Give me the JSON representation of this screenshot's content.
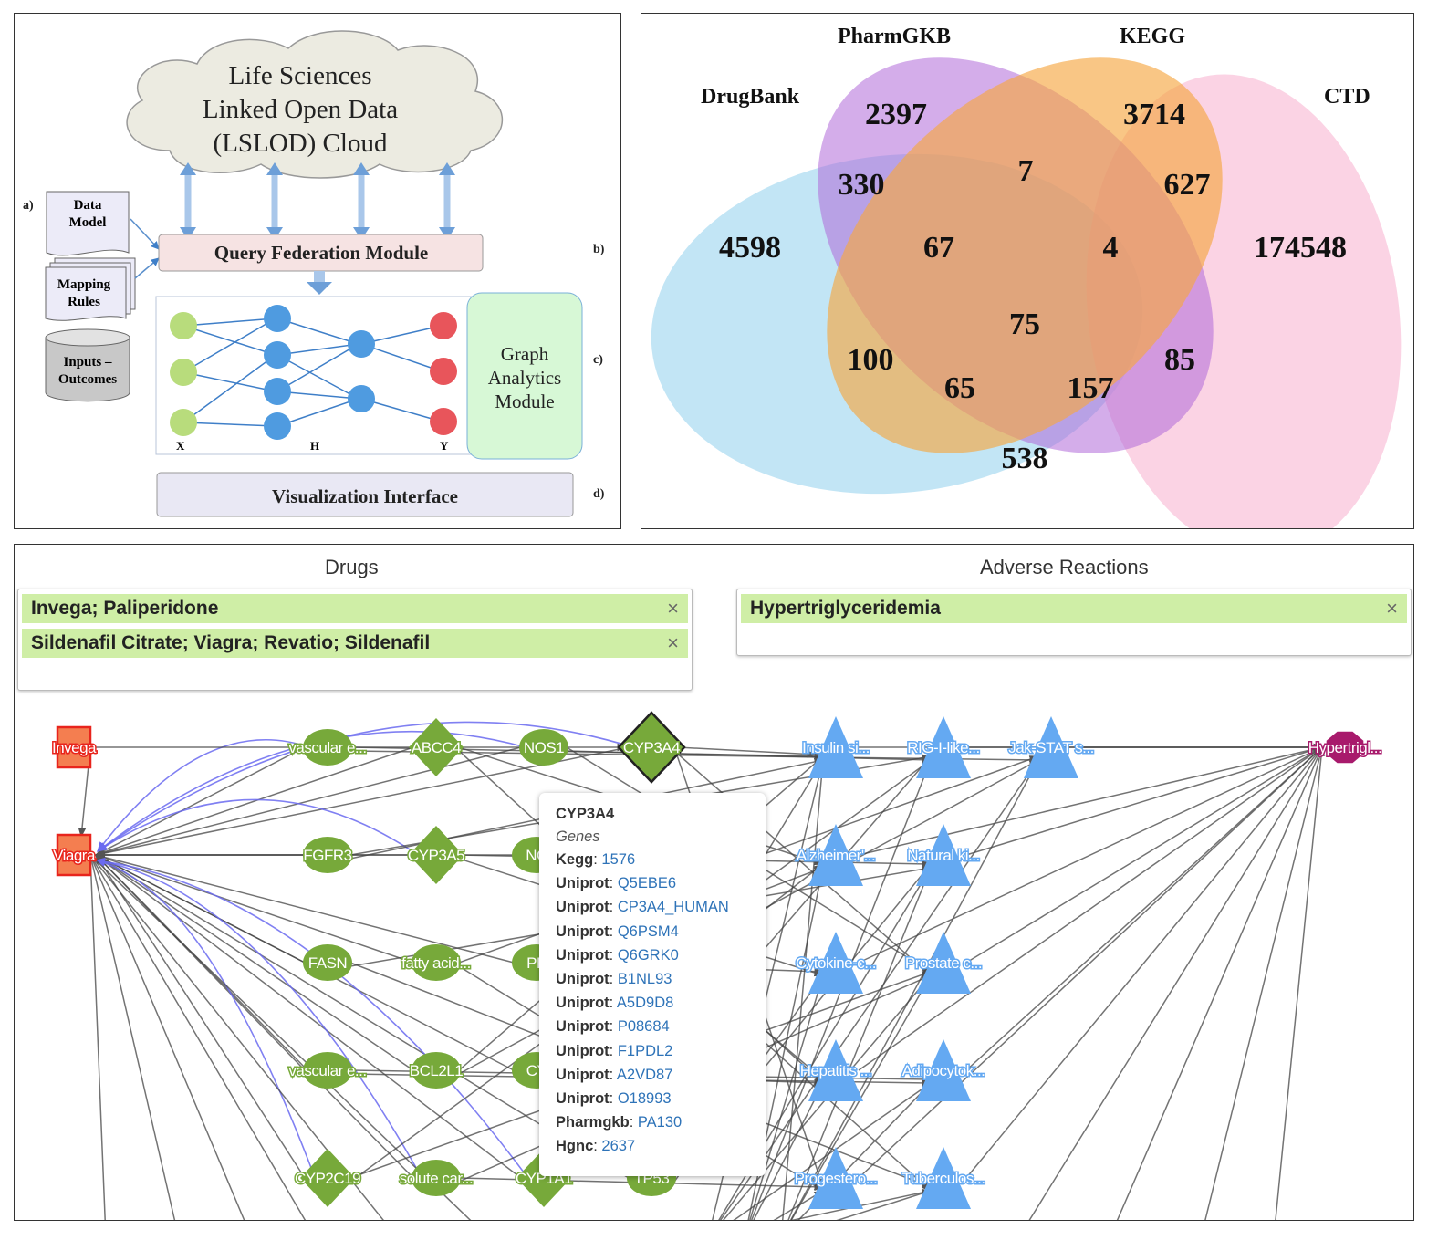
{
  "panel_a": {
    "cloud_lines": [
      "Life Sciences",
      "Linked Open Data",
      "(LSLOD) Cloud"
    ],
    "data_model": [
      "Data",
      "Model"
    ],
    "mapping_rules": [
      "Mapping",
      "Rules"
    ],
    "inputs_outcomes": [
      "Inputs –",
      "Outcomes"
    ],
    "query_federation": "Query Federation Module",
    "graph_analytics": [
      "Graph",
      "Analytics",
      "Module"
    ],
    "visualization": "Visualization Interface",
    "layer_x": "X",
    "layer_h": "H",
    "layer_y": "Y",
    "label_a": "a)",
    "label_b": "b)",
    "label_c": "c)",
    "label_d": "d)",
    "colors": {
      "input_node": "#b8dc7c",
      "hidden_node": "#4f9be0",
      "output_node": "#e8555b",
      "qfm_fill": "#f6e3e3",
      "gam_fill": "#d7f8d6",
      "vis_fill": "#e9e8f4",
      "cloud_fill": "#ecebe1",
      "arrow": "#7aa6d8"
    }
  },
  "venn": {
    "labels": {
      "drugbank": "DrugBank",
      "pharmgkb": "PharmGKB",
      "kegg": "KEGG",
      "ctd": "CTD"
    },
    "values": {
      "drugbank_only": "4598",
      "pharmgkb_only": "2397",
      "kegg_only": "3714",
      "ctd_only": "174548",
      "drugbank_pharmgkb": "330",
      "pharmgkb_kegg": "7",
      "kegg_ctd": "627",
      "drugbank_pharmgkb_kegg": "67",
      "pharmgkb_kegg_ctd": "4",
      "all_four": "75",
      "drugbank_kegg": "100",
      "drugbank_kegg_ctd": "65",
      "drugbank_pharmgkb_ctd": "157",
      "pharmgkb_ctd": "85",
      "drugbank_ctd": "538"
    },
    "colors": {
      "drugbank": "#8fd0ec",
      "pharmgkb": "#b06ad8",
      "kegg": "#f6a843",
      "ctd": "#f7aecd"
    }
  },
  "network": {
    "drugs_title": "Drugs",
    "adverse_title": "Adverse Reactions",
    "drug_tags": [
      "Invega; Paliperidone",
      "Sildenafil Citrate; Viagra; Revatio; Sildenafil"
    ],
    "reaction_tags": [
      "Hypertriglyceridemia"
    ],
    "remove_symbol": "×",
    "nodes": {
      "invega": "Invega",
      "viagra": "Viagra",
      "vascular_e1": "vascular e...",
      "abcc4": "ABCC4",
      "nos1": "NOS1",
      "cyp3a4": "CYP3A4",
      "fgfr3": "FGFR3",
      "cyp3a5": "CYP3A5",
      "no_partial": "NC",
      "fasn": "FASN",
      "fatty_acid": "fatty acid...",
      "pp_partial": "PP",
      "vascular_e2": "vascular e...",
      "bcl2l1": "BCL2L1",
      "cy_partial": "CY",
      "cyp2c19": "CYP2C19",
      "solute_car": "solute car...",
      "cyp1a1": "CYP1A1",
      "tp53": "TP53",
      "insulin": "Insulin si...",
      "rig": "RIG-I-like...",
      "jak": "Jak-STAT s...",
      "hypertrig": "Hypertrigl...",
      "alzheimer": "Alzheimer'...",
      "natural": "Natural ki...",
      "cytokine": "Cytokine-c...",
      "prostate": "Prostate c...",
      "hepatitis": "Hepatitis ...",
      "adipocyto": "Adipocytok...",
      "progestero": "Progestero...",
      "tuberculos": "Tuberculos..."
    },
    "tooltip": {
      "title": "CYP3A4",
      "subtitle": "Genes",
      "rows": [
        {
          "key": "Kegg",
          "value": "1576"
        },
        {
          "key": "Uniprot",
          "value": "Q5EBE6"
        },
        {
          "key": "Uniprot",
          "value": "CP3A4_HUMAN"
        },
        {
          "key": "Uniprot",
          "value": "Q6PSM4"
        },
        {
          "key": "Uniprot",
          "value": "Q6GRK0"
        },
        {
          "key": "Uniprot",
          "value": "B1NL93"
        },
        {
          "key": "Uniprot",
          "value": "A5D9D8"
        },
        {
          "key": "Uniprot",
          "value": "P08684"
        },
        {
          "key": "Uniprot",
          "value": "F1PDL2"
        },
        {
          "key": "Uniprot",
          "value": "A2VD87"
        },
        {
          "key": "Uniprot",
          "value": "O18993"
        },
        {
          "key": "Pharmgkb",
          "value": "PA130"
        },
        {
          "key": "Hgnc",
          "value": "2637"
        }
      ]
    },
    "colors": {
      "drug": "#f47e50",
      "drug_border": "#e8241c",
      "gene": "#77a93a",
      "pathway": "#64a9f2",
      "reaction": "#a81a6c",
      "edge": "#444444",
      "edge_blue": "#6a6af0"
    }
  }
}
